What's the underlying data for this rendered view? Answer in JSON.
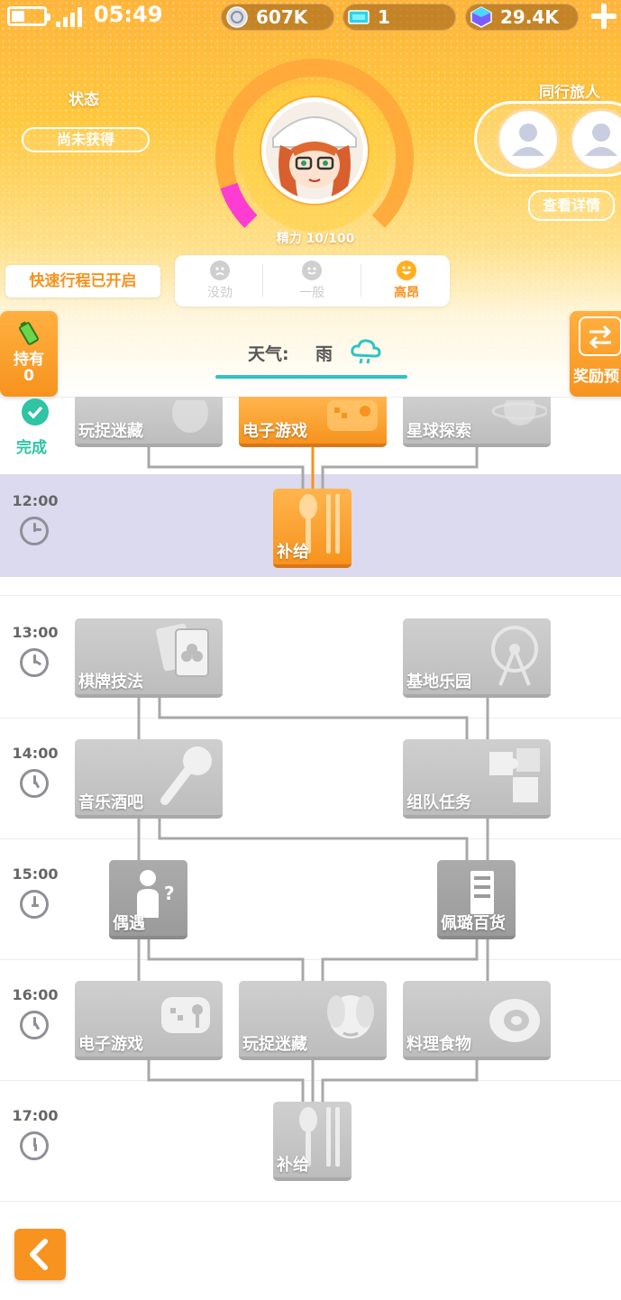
{
  "status_bar": {
    "time": "05:49"
  },
  "currencies": [
    {
      "icon": "coin-icon",
      "value": "607K"
    },
    {
      "icon": "ticket-icon",
      "value": "1"
    },
    {
      "icon": "crystal-icon",
      "value": "29.4K"
    }
  ],
  "status": {
    "title": "状态",
    "value": "尚未获得"
  },
  "stamina": {
    "label": "精力 10/100",
    "current": 10,
    "max": 100
  },
  "companions": {
    "title": "同行旅人",
    "details_button": "查看详情"
  },
  "quick_trip": "快速行程已开启",
  "moods": [
    {
      "label": "没劲",
      "icon": "sad-face-icon",
      "selected": false
    },
    {
      "label": "一般",
      "icon": "neutral-face-icon",
      "selected": false
    },
    {
      "label": "高昂",
      "icon": "happy-face-icon",
      "selected": true
    }
  ],
  "holding": {
    "label": "持有",
    "count": "0"
  },
  "reward_preview": "奖励预",
  "weather": {
    "label": "天气:",
    "value": "雨"
  },
  "completed_label": "完成",
  "times": [
    "12:00",
    "13:00",
    "14:00",
    "15:00",
    "16:00",
    "17:00"
  ],
  "nodes": {
    "top": [
      "玩捉迷藏",
      "电子游戏",
      "星球探索"
    ],
    "r1200": [
      "补给"
    ],
    "r1300": [
      "棋牌技法",
      "基地乐园"
    ],
    "r1400": [
      "音乐酒吧",
      "组队任务"
    ],
    "r1500": [
      "偶遇",
      "佩璐百货"
    ],
    "r1600": [
      "电子游戏",
      "玩捉迷藏",
      "料理食物"
    ],
    "r1700": [
      "补给"
    ]
  },
  "colors": {
    "accent": "#f7931e",
    "teal": "#2ec4c4",
    "highlight_row": "#dcdaee",
    "stamina_pink": "#ff3cd2"
  }
}
